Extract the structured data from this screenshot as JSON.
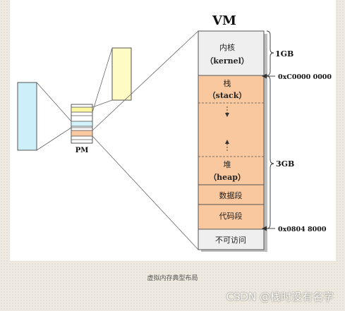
{
  "vm_label": "VM",
  "pm_label": "PM",
  "segments": {
    "kernel_name": "内核",
    "kernel_en": "（kernel）",
    "stack_name": "栈",
    "stack_en": "（stack）",
    "heap_name": "堆",
    "heap_en": "（heap）",
    "data": "数据段",
    "code": "代码段",
    "inaccessible": "不可访问"
  },
  "brace_labels": {
    "kernel_size": "1GB",
    "user_size": "3GB"
  },
  "addresses": {
    "kernel_start": "0xC0000 0000",
    "code_start": "0x0804 8000"
  },
  "caption": "虚拟内存典型布局",
  "watermark": "CSDN @栈时没有名字",
  "colors": {
    "kernel_fill": "#efefef",
    "user_fill": "#f9c89f",
    "bottom_fill": "#efefef",
    "cyan_block": "#cdeffa",
    "yellow_block": "#fefcc4",
    "pm_yellow": "#fdf7a0",
    "pm_cyan": "#d2f3fb",
    "pm_orange": "#f9c89f"
  }
}
